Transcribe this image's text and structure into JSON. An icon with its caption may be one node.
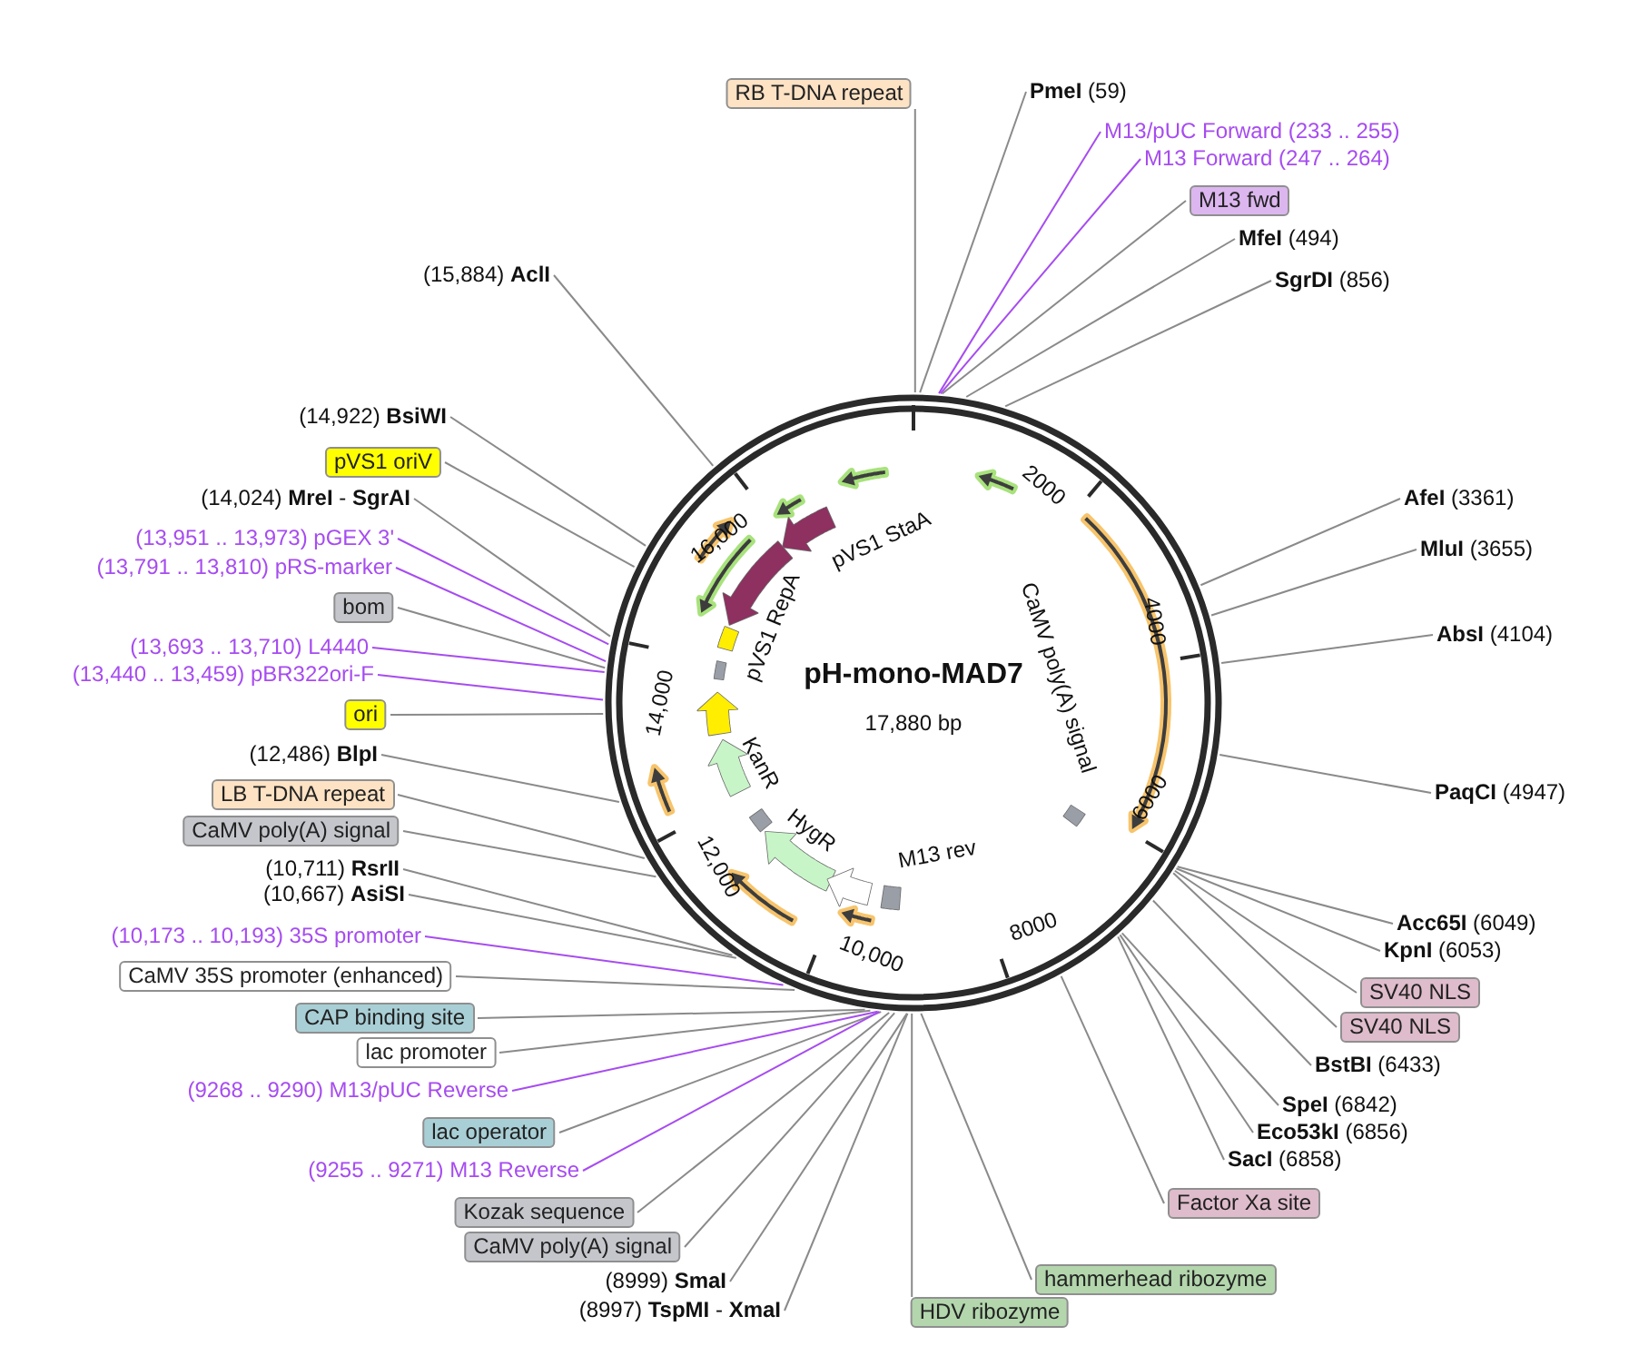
{
  "diagram": {
    "title": "pH-mono-MAD7",
    "nodes": [
      {
        "text": [
          "RB T-DNA repeat"
        ]
      },
      {
        "text": [
          "**PmeI** (59)"
        ]
      },
      {
        "text": [
          "M13/pUC Forward (233 .. 255)"
        ]
      },
      {
        "text": [
          "M13 Forward (247 .. 264)"
        ]
      },
      {
        "text": [
          "M13 fwd"
        ]
      },
      {
        "text": [
          "**MfeI** (494)"
        ]
      },
      {
        "text": [
          "**SgrDI** (856)"
        ]
      },
      {
        "text": [
          "**AfeI** (3361)"
        ]
      },
      {
        "text": [
          "**MluI** (3655)"
        ]
      },
      {
        "text": [
          "**AbsI** (4104)"
        ]
      },
      {
        "text": [
          "**PaqCI** (4947)"
        ]
      },
      {
        "text": [
          "**Acc65I** (6049)"
        ]
      },
      {
        "text": [
          "**KpnI** (6053)"
        ]
      },
      {
        "text": [
          "SV40 NLS"
        ]
      },
      {
        "text": [
          "SV40 NLS"
        ]
      },
      {
        "text": [
          "**BstBI** (6433)"
        ]
      },
      {
        "text": [
          "**SpeI** (6842)"
        ]
      },
      {
        "text": [
          "**Eco53kI** (6856)"
        ]
      },
      {
        "text": [
          "**SacI** (6858)"
        ]
      },
      {
        "text": [
          "Factor Xa site"
        ]
      },
      {
        "text": [
          "hammerhead ribozyme"
        ]
      },
      {
        "text": [
          "HDV ribozyme"
        ]
      },
      {
        "text": [
          "(15,884) **AclI**"
        ]
      },
      {
        "text": [
          "(14,922) **BsiWI**"
        ]
      },
      {
        "text": [
          "pVS1 oriV"
        ]
      },
      {
        "text": [
          "(14,024) **MreI** - **SgrAI**"
        ]
      },
      {
        "text": [
          "(13,951 .. 13,973) pGEX 3'"
        ]
      },
      {
        "text": [
          "(13,791 .. 13,810) pRS-marker"
        ]
      },
      {
        "text": [
          "bom"
        ]
      },
      {
        "text": [
          "(13,693 .. 13,710) L4440"
        ]
      },
      {
        "text": [
          "(13,440 .. 13,459) pBR322ori-F"
        ]
      },
      {
        "text": [
          "ori"
        ]
      },
      {
        "text": [
          "(12,486) **BlpI**"
        ]
      },
      {
        "text": [
          "LB T-DNA repeat"
        ]
      },
      {
        "text": [
          "CaMV poly(A) signal"
        ]
      },
      {
        "text": [
          "(10,711) **RsrII**"
        ]
      },
      {
        "text": [
          "(10,667) **AsiSI**"
        ]
      },
      {
        "text": [
          "(10,173 .. 10,193) 35S promoter"
        ]
      },
      {
        "text": [
          "CaMV 35S promoter (enhanced)"
        ]
      },
      {
        "text": [
          "CAP binding site"
        ]
      },
      {
        "text": [
          "lac promoter"
        ]
      },
      {
        "text": [
          "(9268 .. 9290) M13/pUC Reverse"
        ]
      },
      {
        "text": [
          "lac operator"
        ]
      },
      {
        "text": [
          "(9255 .. 9271) M13 Reverse"
        ]
      },
      {
        "text": [
          "Kozak sequence"
        ]
      },
      {
        "text": [
          "CaMV poly(A) signal"
        ]
      },
      {
        "text": [
          "(8999) **SmaI**"
        ]
      },
      {
        "text": [
          "(8997) **TspMI** - **XmaI**"
        ]
      }
    ],
    "edges": [
      {
        "from": 0,
        "to": null,
        "arrow": "none"
      },
      {
        "from": 1,
        "to": null,
        "arrow": "none"
      },
      {
        "from": 2,
        "to": null,
        "arrow": "none",
        "color": "#a64cf0"
      },
      {
        "from": 3,
        "to": null,
        "arrow": "none",
        "color": "#a64cf0"
      },
      {
        "from": 4,
        "to": null,
        "arrow": "none"
      },
      {
        "from": 5,
        "to": null,
        "arrow": "none"
      },
      {
        "from": 6,
        "to": null,
        "arrow": "none"
      },
      {
        "from": 7,
        "to": null,
        "arrow": "none"
      },
      {
        "from": 8,
        "to": null,
        "arrow": "none"
      },
      {
        "from": 9,
        "to": null,
        "arrow": "none"
      },
      {
        "from": 10,
        "to": null,
        "arrow": "none"
      },
      {
        "from": 11,
        "to": null,
        "arrow": "none"
      },
      {
        "from": 12,
        "to": null,
        "arrow": "none"
      },
      {
        "from": 13,
        "to": null,
        "arrow": "none"
      },
      {
        "from": 14,
        "to": null,
        "arrow": "none"
      },
      {
        "from": 15,
        "to": null,
        "arrow": "none"
      },
      {
        "from": 16,
        "to": null,
        "arrow": "none"
      },
      {
        "from": 17,
        "to": null,
        "arrow": "none"
      },
      {
        "from": 18,
        "to": null,
        "arrow": "none"
      },
      {
        "from": 19,
        "to": null,
        "arrow": "none"
      },
      {
        "from": 20,
        "to": null,
        "arrow": "none"
      },
      {
        "from": 21,
        "to": null,
        "arrow": "none"
      },
      {
        "from": 22,
        "to": null,
        "arrow": "none"
      },
      {
        "from": 23,
        "to": null,
        "arrow": "none"
      },
      {
        "from": 24,
        "to": null,
        "arrow": "none"
      },
      {
        "from": 25,
        "to": null,
        "arrow": "none"
      },
      {
        "from": 26,
        "to": null,
        "arrow": "none",
        "color": "#a64cf0"
      },
      {
        "from": 27,
        "to": null,
        "arrow": "none",
        "color": "#a64cf0"
      },
      {
        "from": 28,
        "to": null,
        "arrow": "none"
      },
      {
        "from": 29,
        "to": null,
        "arrow": "none",
        "color": "#a64cf0"
      },
      {
        "from": 30,
        "to": null,
        "arrow": "none",
        "color": "#a64cf0"
      },
      {
        "from": 31,
        "to": null,
        "arrow": "none"
      },
      {
        "from": 32,
        "to": null,
        "arrow": "none"
      },
      {
        "from": 33,
        "to": null,
        "arrow": "none"
      },
      {
        "from": 34,
        "to": null,
        "arrow": "none"
      },
      {
        "from": 35,
        "to": null,
        "arrow": "none"
      },
      {
        "from": 36,
        "to": null,
        "arrow": "none"
      },
      {
        "from": 37,
        "to": null,
        "arrow": "none",
        "color": "#a64cf0"
      },
      {
        "from": 38,
        "to": null,
        "arrow": "none"
      },
      {
        "from": 39,
        "to": null,
        "arrow": "none"
      },
      {
        "from": 40,
        "to": null,
        "arrow": "none"
      },
      {
        "from": 41,
        "to": null,
        "arrow": "none",
        "color": "#a64cf0"
      },
      {
        "from": 42,
        "to": null,
        "arrow": "none"
      },
      {
        "from": 43,
        "to": null,
        "arrow": "none",
        "color": "#a64cf0"
      },
      {
        "from": 44,
        "to": null,
        "arrow": "none"
      },
      {
        "from": 45,
        "to": null,
        "arrow": "none"
      },
      {
        "from": 46,
        "to": null,
        "arrow": "none"
      },
      {
        "from": 47,
        "to": null,
        "arrow": "none"
      }
    ],
    "labels": [
      "pVS1 StaA",
      "pVS1 RepA",
      "KanR",
      "HygR",
      "M13 rev",
      "CaMV poly(A) signal",
      "17,880 bp",
      "2000",
      "4000",
      "6000",
      "8000",
      "10,000",
      "12,000",
      "14,000",
      "16,000"
    ]
  }
}
